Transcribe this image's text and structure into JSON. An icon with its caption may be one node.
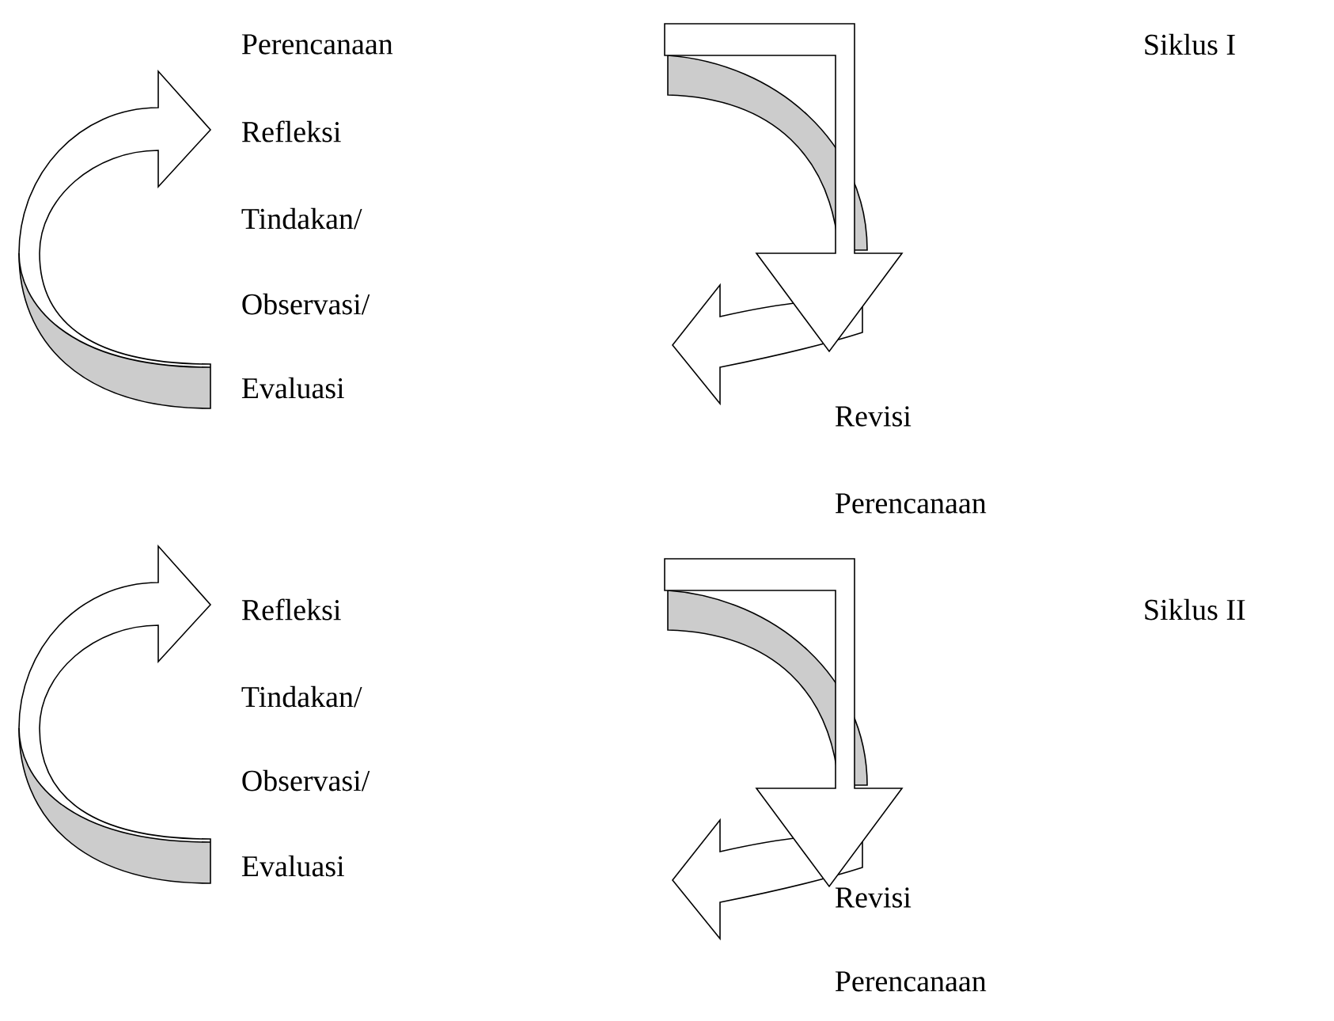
{
  "diagram": {
    "labels": [
      "Perencanaan",
      "Siklus I",
      "Refleksi",
      "Tindakan/",
      "Observasi/",
      "Evaluasi",
      "Revisi",
      "Perencanaan",
      "Refleksi",
      "Siklus II",
      "Tindakan/",
      "Observasi/",
      "Evaluasi",
      "Revisi",
      "Perencanaan"
    ]
  }
}
